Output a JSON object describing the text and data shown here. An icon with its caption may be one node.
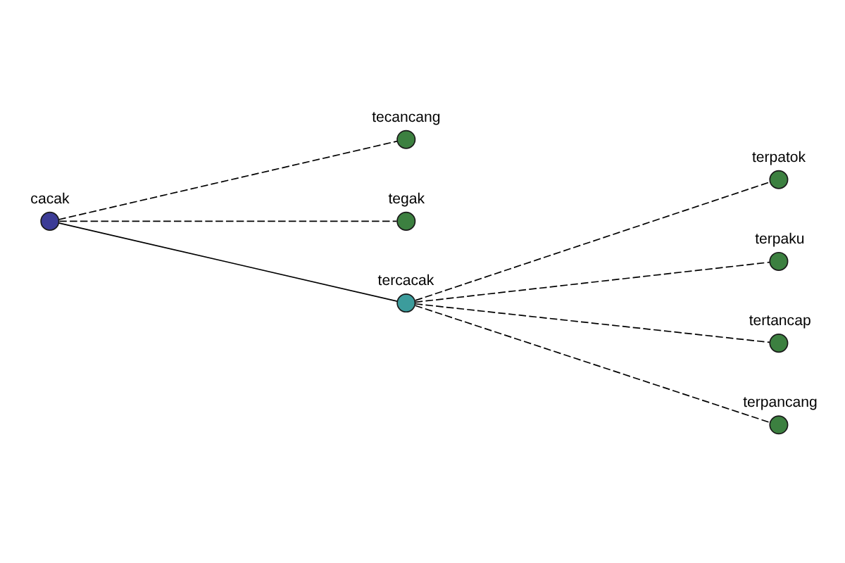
{
  "diagram": {
    "nodes": [
      {
        "text": [
          "tecancang"
        ]
      },
      {
        "text": [
          "cacak"
        ]
      },
      {
        "text": [
          "tegak"
        ]
      },
      {
        "text": [
          "terpatok"
        ]
      },
      {
        "text": [
          "terpaku"
        ]
      },
      {
        "text": [
          "tercacak"
        ]
      },
      {
        "text": [
          "tertancap"
        ]
      },
      {
        "text": [
          "terpancang"
        ]
      }
    ],
    "edges": [
      {
        "from": 1,
        "to": 0,
        "arrow": "none",
        "style": "dashed"
      },
      {
        "from": 1,
        "to": 2,
        "arrow": "none",
        "style": "dashed"
      },
      {
        "from": 1,
        "to": 5,
        "arrow": "none"
      },
      {
        "from": 5,
        "to": 3,
        "arrow": "none",
        "style": "dashed"
      },
      {
        "from": 5,
        "to": 4,
        "arrow": "none",
        "style": "dashed"
      },
      {
        "from": 5,
        "to": 6,
        "arrow": "none",
        "style": "dashed"
      },
      {
        "from": 5,
        "to": 7,
        "arrow": "none",
        "style": "dashed"
      }
    ]
  }
}
